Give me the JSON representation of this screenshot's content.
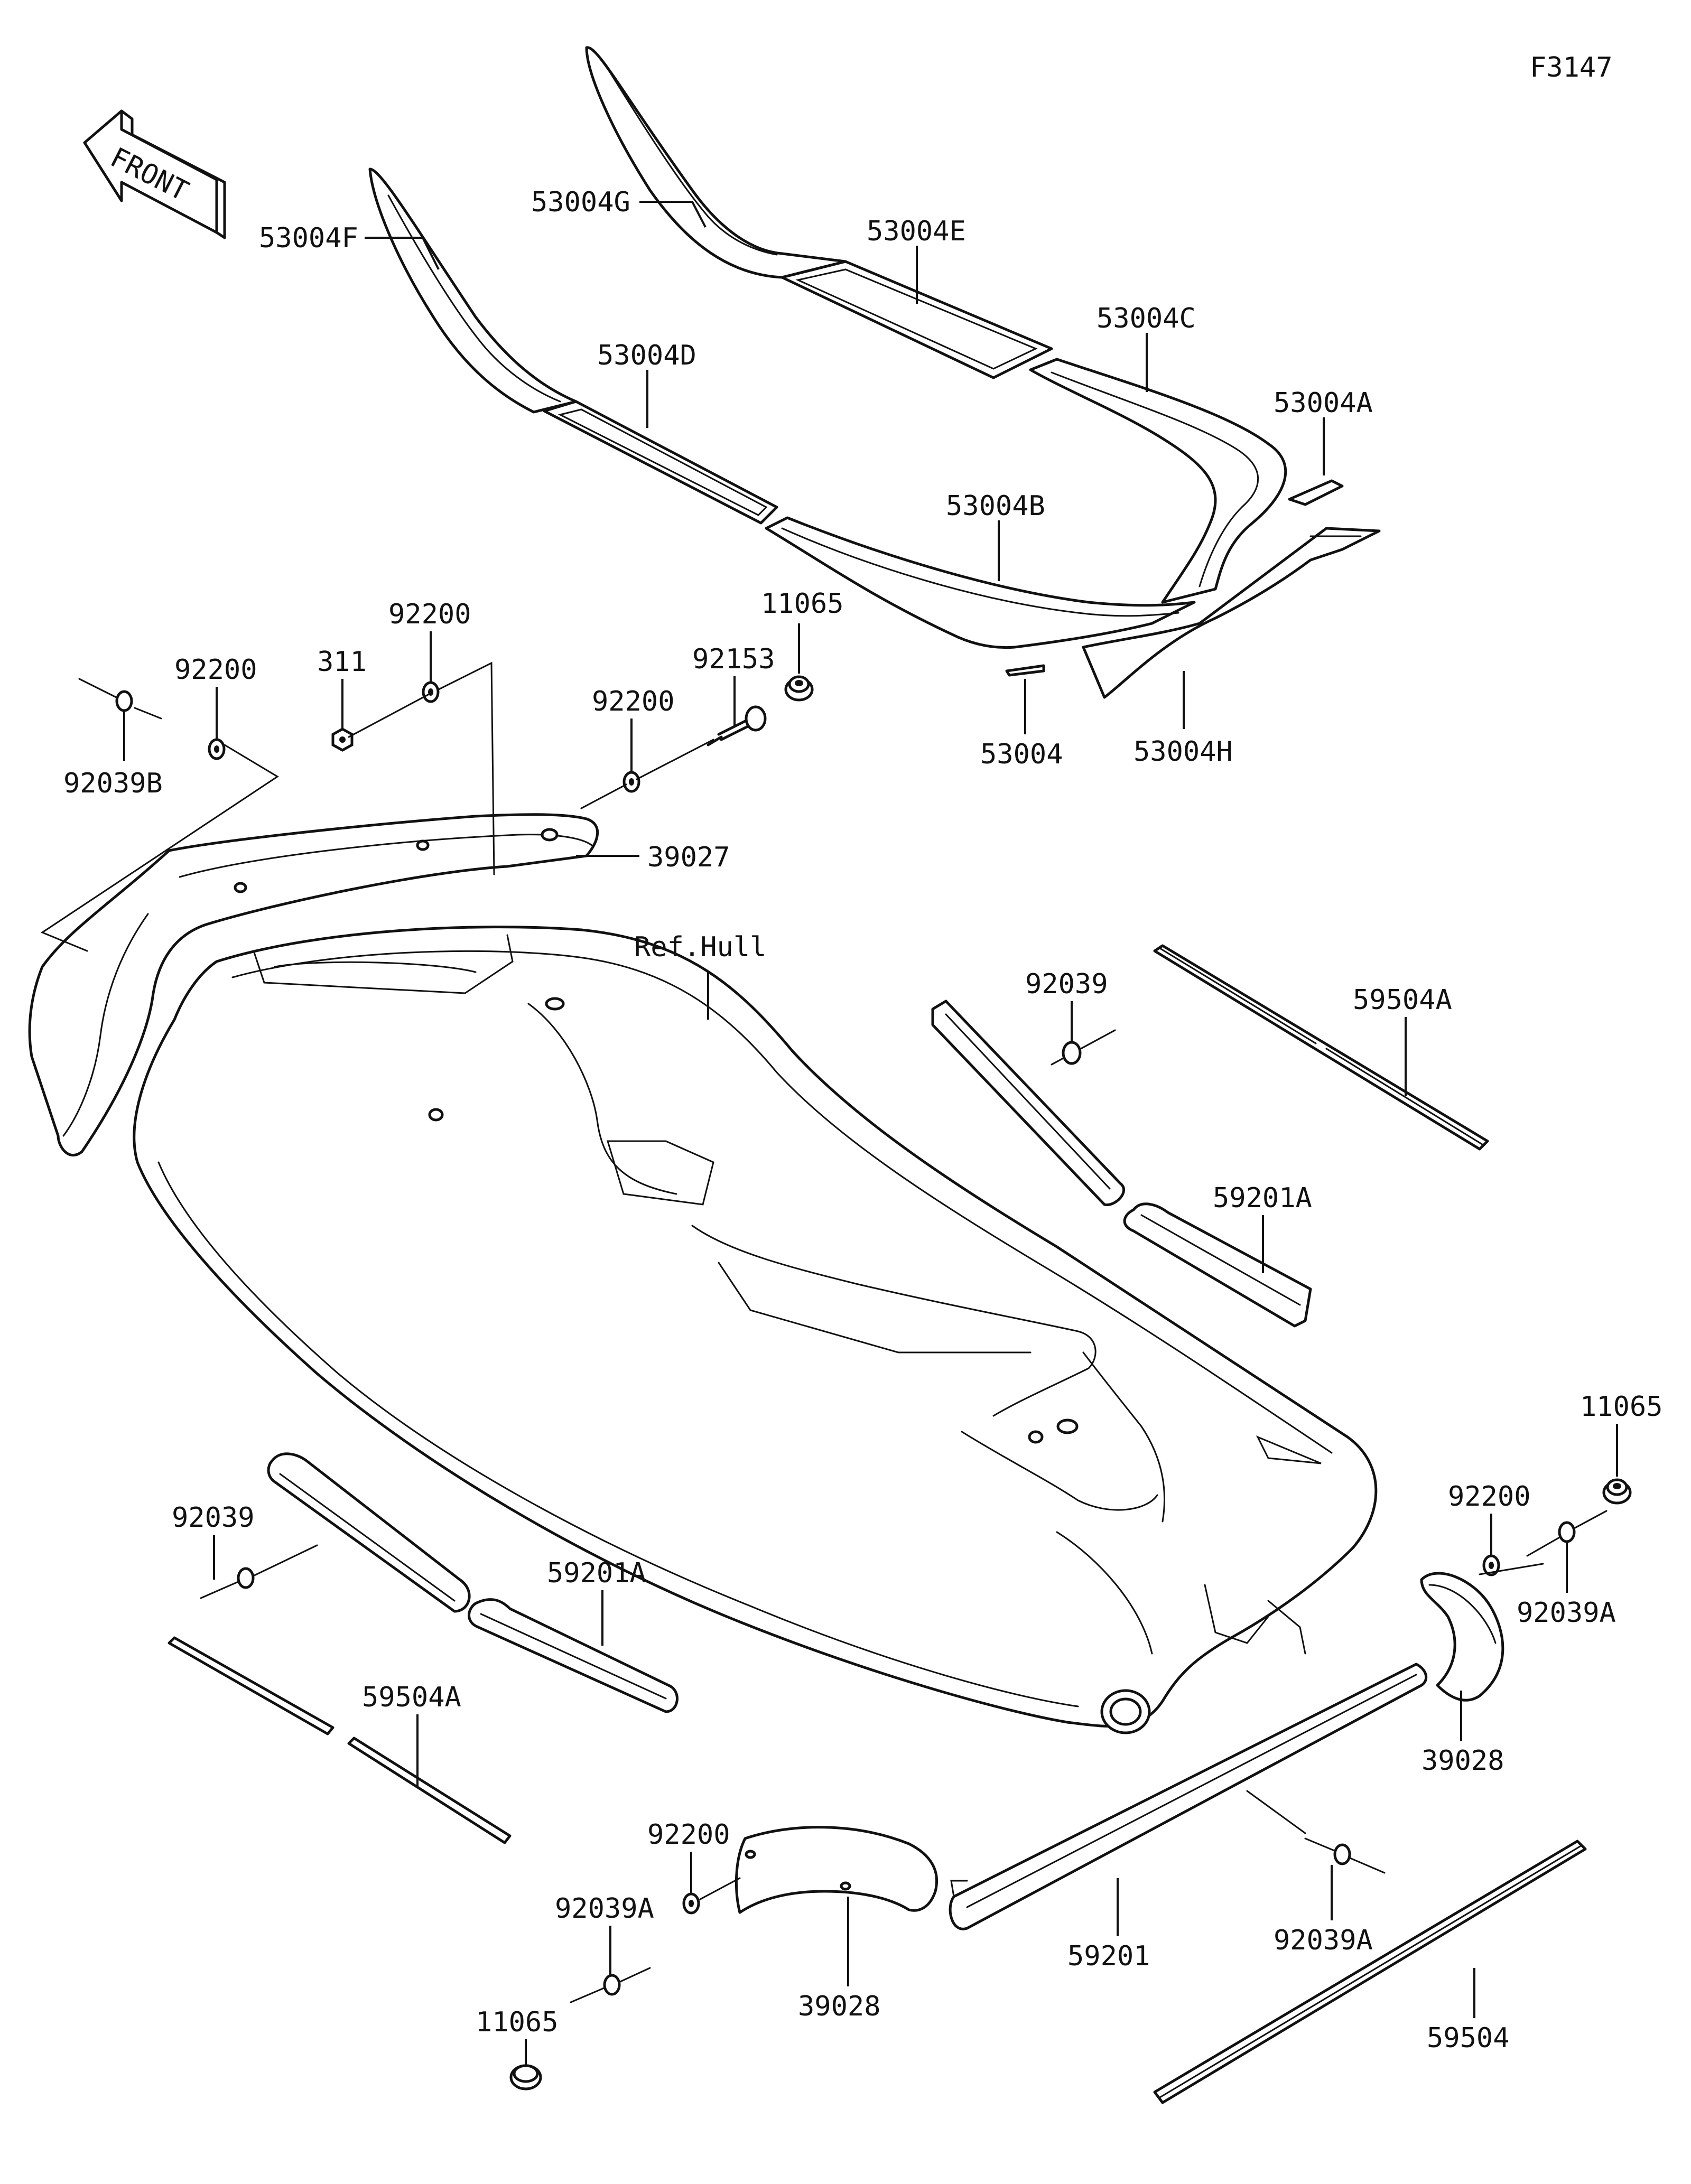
{
  "figure_id": "F3147",
  "front_label": "FRONT",
  "ref_label": "Ref.Hull",
  "labels": {
    "p53004G": "53004G",
    "p53004F": "53004F",
    "p53004E": "53004E",
    "p53004D": "53004D",
    "p53004C": "53004C",
    "p53004A": "53004A",
    "p53004B": "53004B",
    "p53004": "53004",
    "p53004H": "53004H",
    "p11065_top": "11065",
    "p92153": "92153",
    "p92200_mid": "92200",
    "p92200_top": "92200",
    "p311": "311",
    "p92200_left": "92200",
    "p92039B": "92039B",
    "p39027": "39027",
    "p92039_right": "92039",
    "p59504A_right": "59504A",
    "p59201A_right": "59201A",
    "p11065_right": "11065",
    "p92200_right": "92200",
    "p92039A_right": "92039A",
    "p39028_right": "39028",
    "p92039_left": "92039",
    "p59201A_left": "59201A",
    "p59504A_left": "59504A",
    "p59201": "59201",
    "p92039A_mid": "92039A",
    "p59504": "59504",
    "p92200_bottom": "92200",
    "p92039A_bottom": "92039A",
    "p11065_bottom": "11065",
    "p39028_bottom": "39028"
  }
}
